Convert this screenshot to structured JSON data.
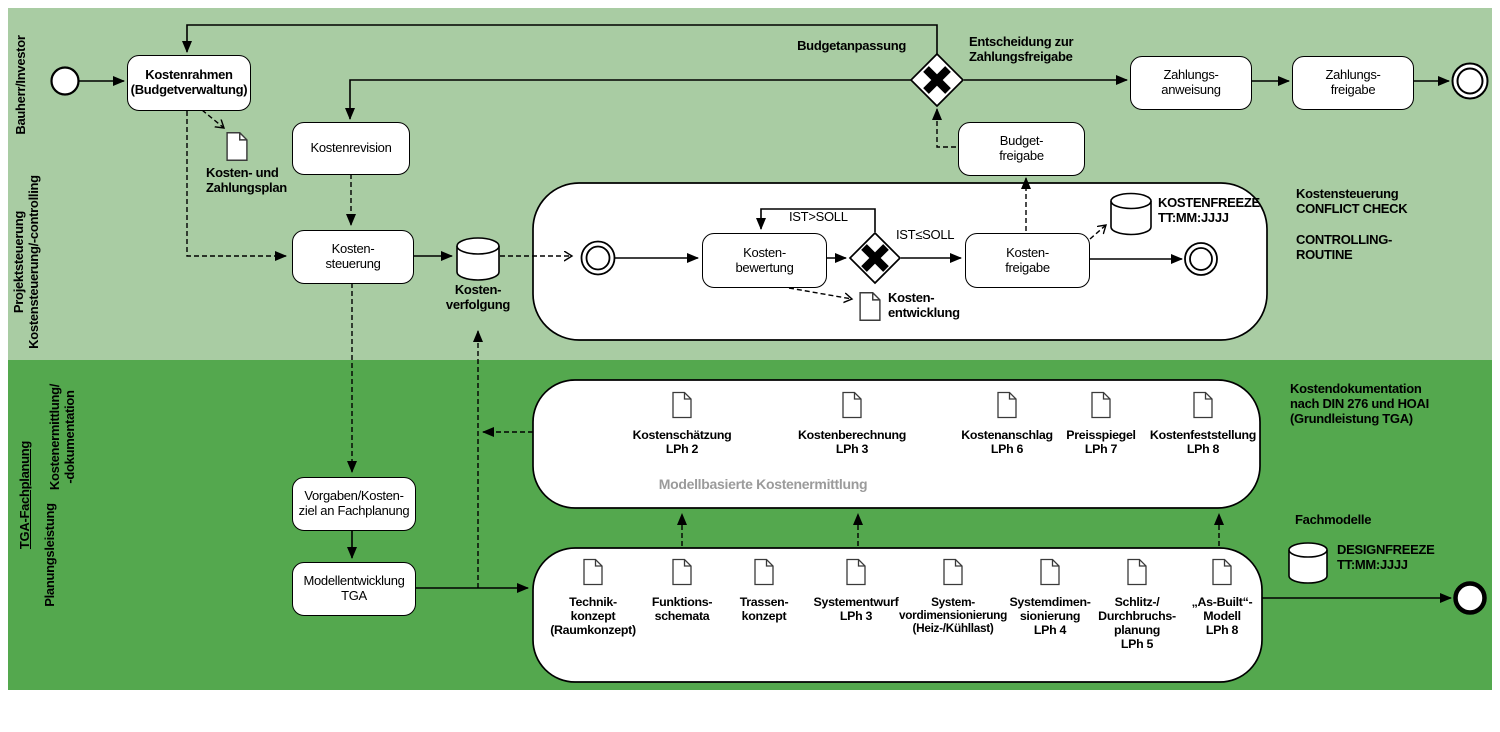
{
  "colors": {
    "lane_light": "#a9cca3",
    "lane_dark": "#54a84e",
    "note_grey": "#9b9b9b",
    "ink": "#000000"
  },
  "lanes": {
    "bauherr": "Bauherr/Investor",
    "projektsteuerung": "Projektsteuerung\nKostensteuerung/-controlling",
    "tga": "TGA-Fachplanung",
    "kostenermittlung": "Kostenermittlung/\n-dokumentation",
    "planungsleistung": "Planungsleistung"
  },
  "tasks": {
    "kostenrahmen": "Kostenrahmen\n(Budgetverwaltung)",
    "kostenrevision": "Kostenrevision",
    "budget_freigabe": "Budget-\nfreigabe",
    "zahlungsanweisung": "Zahlungs-\nanweisung",
    "zahlungsfreigabe": "Zahlungs-\nfreigabe",
    "kostensteuerung": "Kosten-\nsteuerung",
    "kostenbewertung": "Kosten-\nbewertung",
    "kostenfreigabe": "Kosten-\nfreigabe",
    "vorgaben": "Vorgaben/Kosten-\nziel an Fachplanung",
    "modellentwicklung": "Modellentwicklung\nTGA"
  },
  "flows": {
    "budgetanpassung": "Budgetanpassung",
    "entscheidung": "Entscheidung zur\nZahlungsfreigabe",
    "ist_groesser": "IST>SOLL",
    "ist_kleiner": "IST≤SOLL"
  },
  "artifacts": {
    "kosten_zahlungsplan": "Kosten- und\nZahlungsplan",
    "kostenverfolgung": "Kosten-\nverfolgung",
    "kostenentwicklung": "Kosten-\nentwicklung",
    "kostenfreeze": "KOSTENFREEZE\nTT:MM:JJJJ",
    "designfreeze": "DESIGNFREEZE\nTT:MM:JJJJ",
    "fachmodelle": "Fachmodelle"
  },
  "annotations": {
    "conflict_check": "Kostensteuerung\nCONFLICT CHECK",
    "controlling_routine": "CONTROLLING-\nROUTINE",
    "kostendokumentation": "Kostendokumentation\nnach DIN 276 und HOAI\n(Grundleistung TGA)",
    "modellbasierte": "Modellbasierte Kostenermittlung"
  },
  "docs_top": [
    {
      "label": "Kostenschätzung\nLPh 2"
    },
    {
      "label": "Kostenberechnung\nLPh 3"
    },
    {
      "label": "Kostenanschlag\nLPh 6"
    },
    {
      "label": "Preisspiegel\nLPh 7"
    },
    {
      "label": "Kostenfeststellung\nLPh 8"
    }
  ],
  "docs_bottom": [
    {
      "label": "Technik-\nkonzept\n(Raumkonzept)"
    },
    {
      "label": "Funktions-\nschemata"
    },
    {
      "label": "Trassen-\nkonzept"
    },
    {
      "label": "Systementwurf\nLPh 3"
    },
    {
      "label": "System-\nvordimensionierung\n(Heiz-/Kühllast)"
    },
    {
      "label": "Systemdimen-\nsionierung\nLPh 4"
    },
    {
      "label": "Schlitz-/\nDurchbruchs-\nplanung\nLPh 5"
    },
    {
      "label": "„As-Built“-\nModell\nLPh 8"
    }
  ]
}
